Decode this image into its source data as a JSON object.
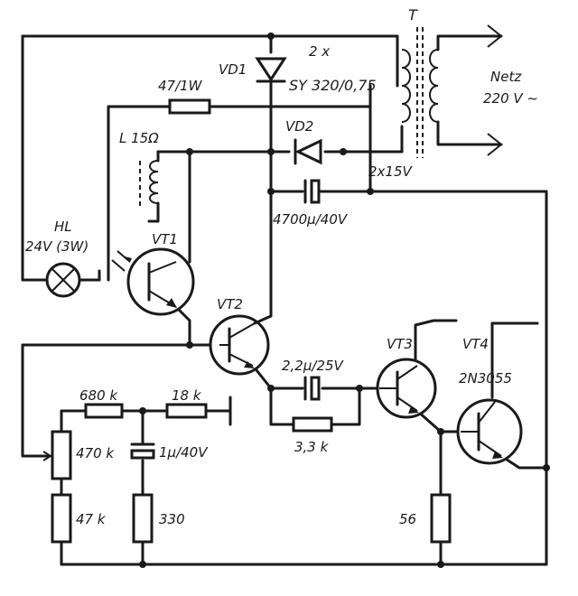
{
  "labels": {
    "vd1": "VD1",
    "diode_pair": "2 x",
    "diode_type": "SY 320/0,75",
    "vd2": "VD2",
    "r_series": "47/1W",
    "transformer": "T",
    "mains_1": "Netz",
    "mains_2": "220 V ~",
    "secondary": "2x15V",
    "coil": "L 15Ω",
    "lamp_1": "HL",
    "lamp_2": "24V (3W)",
    "vt1": "VT1",
    "vt2": "VT2",
    "vt3": "VT3",
    "vt4": "VT4",
    "vt4_type": "2N3055",
    "c_main": "4700µ/40V",
    "c_couple": "2,2µ/25V",
    "r_3k3": "3,3 k",
    "r_680k": "680 k",
    "r_18k": "18 k",
    "pot_470k": "470 k",
    "r_47k": "47 k",
    "c_1u": "1µ/40V",
    "r_330": "330",
    "r_56": "56"
  },
  "colors": {
    "ink": "#1a1a1a",
    "paper": "#ffffff"
  }
}
